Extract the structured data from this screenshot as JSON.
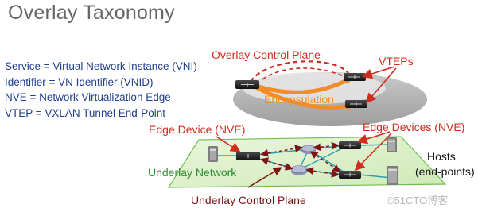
{
  "title": "Overlay Taxonomy",
  "definitions": [
    "Service = Virtual Network Instance (VNI)",
    "Identifier = VN Identifier (VNID)",
    "NVE = Network Virtualization Edge",
    "VTEP = VXLAN Tunnel End-Point"
  ],
  "labels": {
    "overlay_control_plane": "Overlay Control Plane",
    "vteps": "VTEPs",
    "encapsulation": "Encapsulation",
    "edge_device": "Edge Device (NVE)",
    "edge_devices": "Edge Devices (NVE)",
    "underlay_network": "Underlay Network",
    "hosts": "Hosts",
    "end_points": "(end-points)",
    "underlay_control_plane": "Underlay Control Plane"
  },
  "watermark": "©51CTO博客",
  "colors": {
    "overlay_red": "#d12b1f",
    "underlay_green": "#2e8b2e",
    "maroon": "#7a1616",
    "encapsulation_orange": "#f28c28",
    "teal_links": "#2a9fb0",
    "definition_blue": "#1f3f8f"
  }
}
